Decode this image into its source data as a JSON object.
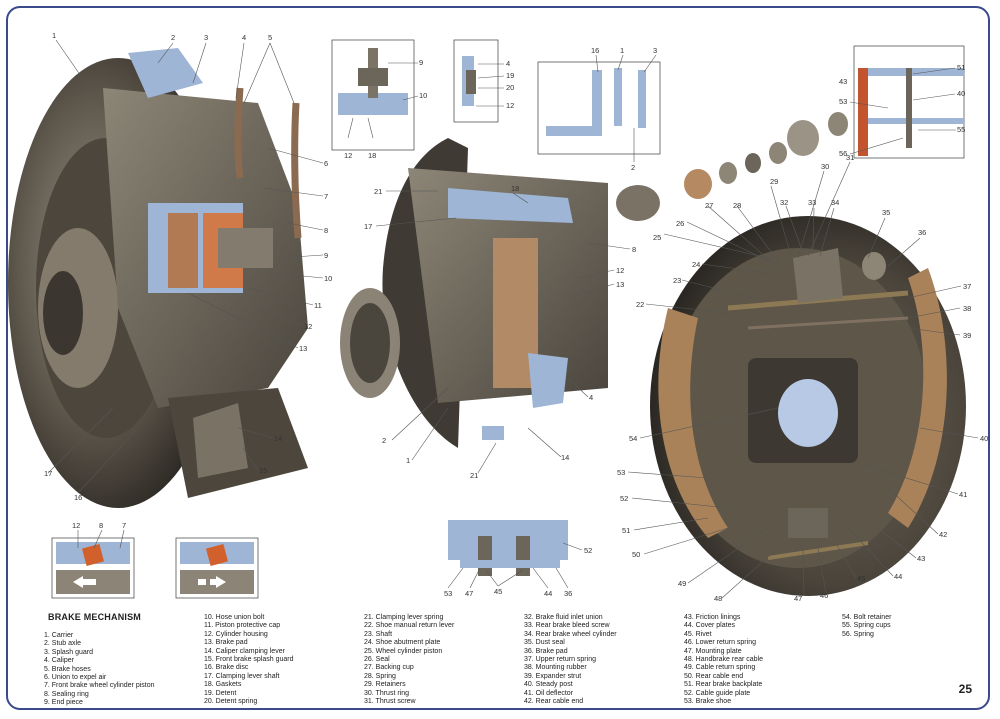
{
  "title": "BRAKE MECHANISM",
  "page_number": "25",
  "legend": [
    [
      "1. Carrier",
      "2. Stub axle",
      "3. Splash guard",
      "4. Caliper",
      "5. Brake hoses",
      "6. Union to expel air",
      "7. Front brake wheel cylinder piston",
      "8. Sealing ring",
      "9. End piece"
    ],
    [
      "10. Hose union bolt",
      "11. Piston protective cap",
      "12. Cylinder housing",
      "13. Brake pad",
      "14. Caliper clamping lever",
      "15. Front brake splash guard",
      "16. Brake disc",
      "17. Clamping lever shaft",
      "18. Gaskets",
      "19. Detent",
      "20. Detent spring"
    ],
    [
      "21. Clamping lever spring",
      "22. Shoe manual return lever",
      "23. Shaft",
      "24. Shoe abutment plate",
      "25. Wheel cylinder piston",
      "26. Seal",
      "27. Backing cup",
      "28. Spring",
      "29. Retainers",
      "30. Thrust ring",
      "31. Thrust screw"
    ],
    [
      "32. Brake fluid inlet union",
      "33. Rear brake bleed screw",
      "34. Rear brake wheel cylinder",
      "35. Dust seal",
      "36. Brake pad",
      "37. Upper return spring",
      "38. Mounting rubber",
      "39. Expander strut",
      "40. Steady post",
      "41. Oil deflector",
      "42. Rear cable end"
    ],
    [
      "43. Friction linings",
      "44. Cover plates",
      "45. Rivet",
      "46. Lower return spring",
      "47. Mounting plate",
      "48. Handbrake rear cable",
      "49. Cable return spring",
      "50. Rear cable end",
      "51. Rear brake backplate",
      "52. Cable guide plate",
      "53. Brake shoe"
    ],
    [
      "54. Bolt retainer",
      "55. Spring cups",
      "56. Spring"
    ]
  ],
  "callouts": {
    "disc": [
      "1",
      "2",
      "3",
      "4",
      "5",
      "6",
      "7",
      "8",
      "9",
      "10",
      "11",
      "12",
      "13",
      "14",
      "15",
      "16",
      "17"
    ],
    "caliper": [
      "21",
      "17",
      "18",
      "8",
      "12",
      "13",
      "4",
      "2",
      "1",
      "21",
      "14"
    ],
    "inset_valve": [
      "9",
      "10",
      "12",
      "18"
    ],
    "inset_detent": [
      "4",
      "19",
      "20",
      "12"
    ],
    "inset_pad": [
      "16",
      "1",
      "3",
      "2"
    ],
    "inset_post": [
      "51",
      "43",
      "53",
      "40",
      "56",
      "55"
    ],
    "inset_plate": [
      "52",
      "53",
      "47",
      "45",
      "44",
      "36"
    ],
    "inset_arrow": [
      "12",
      "8",
      "7"
    ],
    "drum": [
      "25",
      "26",
      "27",
      "28",
      "29",
      "30",
      "31",
      "32",
      "33",
      "34",
      "24",
      "35",
      "36",
      "23",
      "37",
      "22",
      "38",
      "39",
      "54",
      "40",
      "53",
      "41",
      "52",
      "42",
      "51",
      "43",
      "50",
      "44",
      "49",
      "48",
      "46",
      "47",
      "45"
    ]
  }
}
